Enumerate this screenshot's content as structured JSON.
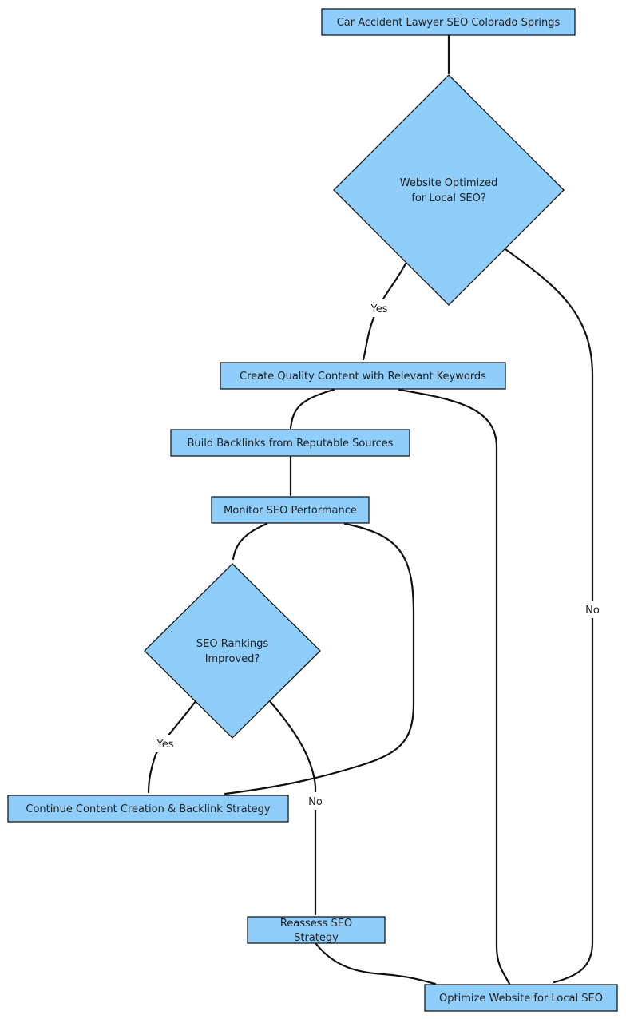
{
  "diagram": {
    "type": "flowchart",
    "fill_color": "#8fcdfa",
    "stroke_color": "#111111",
    "nodes": {
      "start": "Car Accident Lawyer SEO Colorado Springs",
      "decision_optimized_l1": "Website Optimized",
      "decision_optimized_l2": "for Local SEO?",
      "content": "Create Quality Content with Relevant Keywords",
      "backlinks": "Build Backlinks from Reputable Sources",
      "monitor": "Monitor SEO Performance",
      "decision_rankings_l1": "SEO Rankings",
      "decision_rankings_l2": "Improved?",
      "continue": "Continue Content Creation & Backlink Strategy",
      "reassess_l1": "Reassess SEO",
      "reassess_l2": "Strategy",
      "optimize": "Optimize Website for Local SEO"
    },
    "edge_labels": {
      "optimized_yes": "Yes",
      "optimized_no": "No",
      "rankings_yes": "Yes",
      "rankings_no": "No"
    },
    "edges": [
      {
        "from": "start",
        "to": "decision_optimized"
      },
      {
        "from": "decision_optimized",
        "to": "content",
        "label": "Yes"
      },
      {
        "from": "decision_optimized",
        "to": "optimize",
        "label": "No"
      },
      {
        "from": "content",
        "to": "backlinks"
      },
      {
        "from": "content",
        "to": "optimize"
      },
      {
        "from": "backlinks",
        "to": "monitor"
      },
      {
        "from": "monitor",
        "to": "decision_rankings"
      },
      {
        "from": "monitor",
        "to": "continue"
      },
      {
        "from": "decision_rankings",
        "to": "continue",
        "label": "Yes"
      },
      {
        "from": "decision_rankings",
        "to": "reassess",
        "label": "No"
      },
      {
        "from": "reassess",
        "to": "optimize"
      }
    ]
  }
}
